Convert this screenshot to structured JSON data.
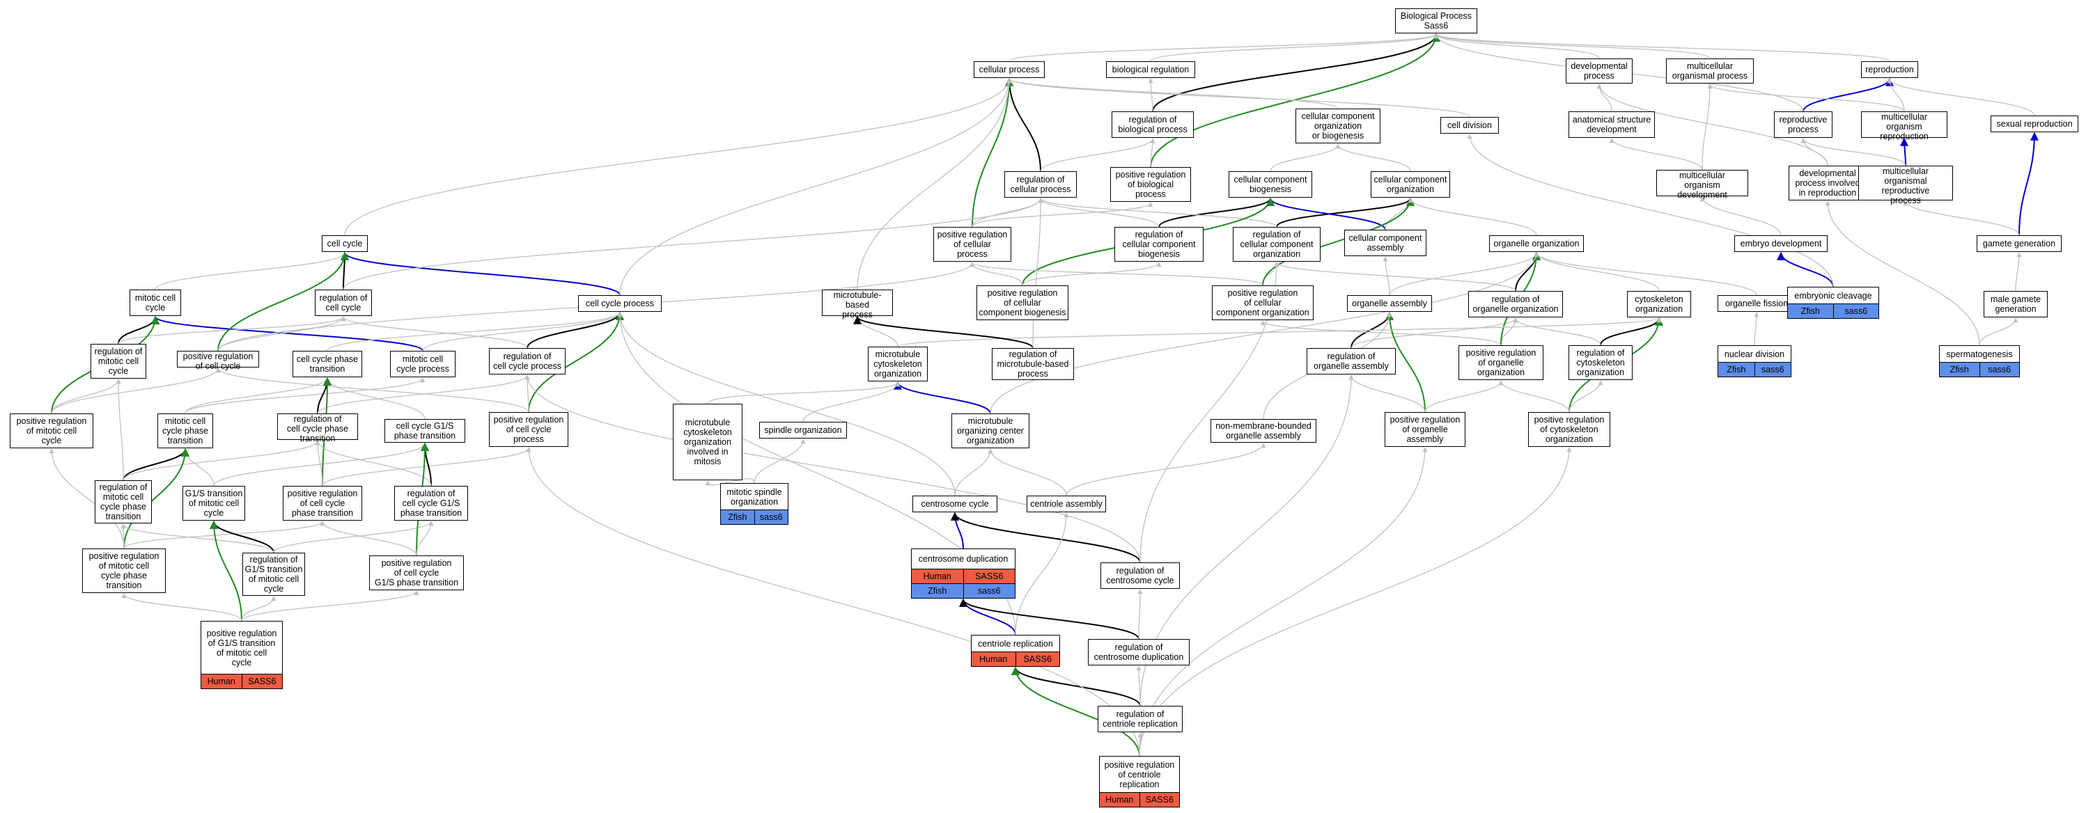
{
  "colors": {
    "gray": "#c0c0c0",
    "black": "#000000",
    "green": "#228b22",
    "blue": "#0000cd",
    "human": "#ee5c42",
    "zfish": "#5d8ee8"
  },
  "nodes": [
    {
      "id": "bp",
      "label": "Biological Process\nSass6"
    },
    {
      "id": "cp",
      "label": "cellular process"
    },
    {
      "id": "breg",
      "label": "biological regulation"
    },
    {
      "id": "devp",
      "label": "developmental\nprocess"
    },
    {
      "id": "mop",
      "label": "multicellular\norganismal process"
    },
    {
      "id": "repro",
      "label": "reproduction"
    },
    {
      "id": "rbp",
      "label": "regulation of\nbiological process"
    },
    {
      "id": "ccob",
      "label": "cellular component\norganization\nor biogenesis"
    },
    {
      "id": "celldiv",
      "label": "cell division"
    },
    {
      "id": "asd",
      "label": "anatomical structure\ndevelopment"
    },
    {
      "id": "rp",
      "label": "reproductive\nprocess"
    },
    {
      "id": "mor",
      "label": "multicellular\norganism reproduction"
    },
    {
      "id": "sexrep",
      "label": "sexual reproduction"
    },
    {
      "id": "rcp",
      "label": "regulation of\ncellular process"
    },
    {
      "id": "prbp",
      "label": "positive regulation\nof biological\nprocess"
    },
    {
      "id": "ccbio",
      "label": "cellular component\nbiogenesis"
    },
    {
      "id": "ccorg",
      "label": "cellular component\norganization"
    },
    {
      "id": "mod",
      "label": "multicellular\norganism development"
    },
    {
      "id": "dpir",
      "label": "developmental\nprocess involved\nin reproduction"
    },
    {
      "id": "morp",
      "label": "multicellular\norganismal reproductive\nprocess"
    },
    {
      "id": "cc",
      "label": "cell cycle"
    },
    {
      "id": "prcp",
      "label": "positive regulation\nof cellular\nprocess"
    },
    {
      "id": "rccb",
      "label": "regulation of\ncellular component\nbiogenesis"
    },
    {
      "id": "rcco",
      "label": "regulation of\ncellular component\norganization"
    },
    {
      "id": "cca",
      "label": "cellular component\nassembly"
    },
    {
      "id": "oo",
      "label": "organelle organization"
    },
    {
      "id": "embdev",
      "label": "embryo development"
    },
    {
      "id": "gamgen",
      "label": "gamete generation"
    },
    {
      "id": "mcc",
      "label": "mitotic cell\ncycle"
    },
    {
      "id": "rcc",
      "label": "regulation of\ncell cycle"
    },
    {
      "id": "ccp",
      "label": "cell cycle process"
    },
    {
      "id": "mbp",
      "label": "microtubule-based\nprocess"
    },
    {
      "id": "prccb",
      "label": "positive regulation\nof cellular\ncomponent biogenesis"
    },
    {
      "id": "prcco",
      "label": "positive regulation\nof cellular\ncomponent organization"
    },
    {
      "id": "oa",
      "label": "organelle assembly"
    },
    {
      "id": "roo",
      "label": "regulation of\norganelle organization"
    },
    {
      "id": "cso",
      "label": "cytoskeleton\norganization"
    },
    {
      "id": "of",
      "label": "organelle fission"
    },
    {
      "id": "ec",
      "label": "embryonic cleavage",
      "tags": [
        [
          "zfish",
          "Zfish"
        ],
        [
          "zfish",
          "sass6"
        ]
      ]
    },
    {
      "id": "mgg",
      "label": "male gamete\ngeneration"
    },
    {
      "id": "rmcc",
      "label": "regulation of\nmitotic cell\ncycle"
    },
    {
      "id": "prcc",
      "label": "positive regulation\nof cell cycle"
    },
    {
      "id": "ccpt",
      "label": "cell cycle phase\ntransition"
    },
    {
      "id": "mccp",
      "label": "mitotic cell\ncycle process"
    },
    {
      "id": "rccp",
      "label": "regulation of\ncell cycle process"
    },
    {
      "id": "mtco",
      "label": "microtubule\ncytoskeleton\norganization"
    },
    {
      "id": "rmbp",
      "label": "regulation of\nmicrotubule-based\nprocess"
    },
    {
      "id": "roa",
      "label": "regulation of\norganelle assembly"
    },
    {
      "id": "proo",
      "label": "positive regulation\nof organelle\norganization"
    },
    {
      "id": "rcso",
      "label": "regulation of\ncytoskeleton\norganization"
    },
    {
      "id": "nd",
      "label": "nuclear division",
      "tags": [
        [
          "zfish",
          "Zfish"
        ],
        [
          "zfish",
          "sass6"
        ]
      ]
    },
    {
      "id": "sperm",
      "label": "spermatogenesis",
      "tags": [
        [
          "zfish",
          "Zfish"
        ],
        [
          "zfish",
          "sass6"
        ]
      ]
    },
    {
      "id": "prmcc",
      "label": "positive regulation\nof mitotic cell\ncycle"
    },
    {
      "id": "mccpt",
      "label": "mitotic cell\ncycle phase\ntransition"
    },
    {
      "id": "rccpt",
      "label": "regulation of\ncell cycle phase\ntransition"
    },
    {
      "id": "ccg1s",
      "label": "cell cycle G1/S\nphase transition"
    },
    {
      "id": "prccp",
      "label": "positive regulation\nof cell cycle\nprocess"
    },
    {
      "id": "mtoim",
      "label": "microtubule\ncytoskeleton\norganization\ninvolved in\nmitosis"
    },
    {
      "id": "spo",
      "label": "spindle organization"
    },
    {
      "id": "mtoco",
      "label": "microtubule\norganizing center\norganization"
    },
    {
      "id": "nmboa",
      "label": "non-membrane-bounded\norganelle assembly"
    },
    {
      "id": "proa",
      "label": "positive regulation\nof organelle\nassembly"
    },
    {
      "id": "prcso",
      "label": "positive regulation\nof cytoskeleton\norganization"
    },
    {
      "id": "rmccpt",
      "label": "regulation of\nmitotic cell\ncycle phase\ntransition"
    },
    {
      "id": "g1smcc",
      "label": "G1/S transition\nof mitotic cell\ncycle"
    },
    {
      "id": "prccpt",
      "label": "positive regulation\nof cell cycle\nphase transition"
    },
    {
      "id": "rccg1s",
      "label": "regulation of\ncell cycle G1/S\nphase transition"
    },
    {
      "id": "mso",
      "label": "mitotic spindle\norganization",
      "tags": [
        [
          "zfish",
          "Zfish"
        ],
        [
          "zfish",
          "sass6"
        ]
      ]
    },
    {
      "id": "csc",
      "label": "centrosome cycle"
    },
    {
      "id": "ca",
      "label": "centriole assembly"
    },
    {
      "id": "prmccpt",
      "label": "positive regulation\nof mitotic cell\ncycle phase\ntransition"
    },
    {
      "id": "rg1s",
      "label": "regulation of\nG1/S transition\nof mitotic cell\ncycle"
    },
    {
      "id": "prccg1s",
      "label": "positive regulation\nof cell cycle\nG1/S phase transition"
    },
    {
      "id": "csd",
      "label": "centrosome duplication",
      "tags": [
        [
          "human",
          "Human"
        ],
        [
          "human",
          "SASS6"
        ],
        [
          "zfish",
          "Zfish"
        ],
        [
          "zfish",
          "sass6"
        ]
      ]
    },
    {
      "id": "rcsc",
      "label": "regulation of\ncentrosome cycle"
    },
    {
      "id": "prg1s",
      "label": "positive regulation\nof G1/S transition\nof mitotic cell\ncycle",
      "tags": [
        [
          "human",
          "Human"
        ],
        [
          "human",
          "SASS6"
        ]
      ]
    },
    {
      "id": "cr",
      "label": "centriole replication",
      "tags": [
        [
          "human",
          "Human"
        ],
        [
          "human",
          "SASS6"
        ]
      ]
    },
    {
      "id": "rcsd",
      "label": "regulation of\ncentrosome duplication"
    },
    {
      "id": "rcr",
      "label": "regulation of\ncentriole replication"
    },
    {
      "id": "prcr",
      "label": "positive regulation\nof centriole\nreplication",
      "tags": [
        [
          "human",
          "Human"
        ],
        [
          "human",
          "SASS6"
        ]
      ]
    }
  ],
  "edges": [
    [
      "cp",
      "bp",
      "gray"
    ],
    [
      "breg",
      "bp",
      "gray"
    ],
    [
      "devp",
      "bp",
      "gray"
    ],
    [
      "mop",
      "bp",
      "gray"
    ],
    [
      "repro",
      "bp",
      "gray"
    ],
    [
      "rbp",
      "bp",
      "black"
    ],
    [
      "prbp",
      "bp",
      "green"
    ],
    [
      "ccob",
      "cp",
      "gray"
    ],
    [
      "rbp",
      "breg",
      "gray"
    ],
    [
      "rcp",
      "cp",
      "black"
    ],
    [
      "rcp",
      "rbp",
      "gray"
    ],
    [
      "prbp",
      "rbp",
      "gray"
    ],
    [
      "prcp",
      "cp",
      "green"
    ],
    [
      "prcp",
      "rcp",
      "gray"
    ],
    [
      "prcp",
      "prbp",
      "gray"
    ],
    [
      "celldiv",
      "cp",
      "gray"
    ],
    [
      "cc",
      "cp",
      "gray"
    ],
    [
      "asd",
      "devp",
      "gray"
    ],
    [
      "mod",
      "asd",
      "gray"
    ],
    [
      "mod",
      "mop",
      "gray"
    ],
    [
      "rp",
      "repro",
      "blue"
    ],
    [
      "rp",
      "bp",
      "gray"
    ],
    [
      "mor",
      "repro",
      "gray"
    ],
    [
      "mor",
      "mop",
      "gray"
    ],
    [
      "sexrep",
      "repro",
      "gray"
    ],
    [
      "morp",
      "mor",
      "blue"
    ],
    [
      "morp",
      "rp",
      "gray"
    ],
    [
      "dpir",
      "devp",
      "gray"
    ],
    [
      "dpir",
      "rp",
      "gray"
    ],
    [
      "gamgen",
      "sexrep",
      "blue"
    ],
    [
      "gamgen",
      "morp",
      "gray"
    ],
    [
      "mgg",
      "gamgen",
      "gray"
    ],
    [
      "sperm",
      "mgg",
      "gray"
    ],
    [
      "sperm",
      "dpir",
      "gray"
    ],
    [
      "embdev",
      "mod",
      "gray"
    ],
    [
      "ec",
      "embdev",
      "blue"
    ],
    [
      "ec",
      "celldiv",
      "gray"
    ],
    [
      "ccbio",
      "ccob",
      "gray"
    ],
    [
      "ccorg",
      "ccob",
      "gray"
    ],
    [
      "rccb",
      "ccbio",
      "black"
    ],
    [
      "rccb",
      "rcp",
      "gray"
    ],
    [
      "rcco",
      "ccorg",
      "black"
    ],
    [
      "rcco",
      "rcp",
      "gray"
    ],
    [
      "cca",
      "ccbio",
      "blue"
    ],
    [
      "cca",
      "ccorg",
      "gray"
    ],
    [
      "prccb",
      "ccbio",
      "green"
    ],
    [
      "prccb",
      "rccb",
      "gray"
    ],
    [
      "prccb",
      "prcp",
      "gray"
    ],
    [
      "prcco",
      "rcco",
      "gray"
    ],
    [
      "prcco",
      "ccorg",
      "green"
    ],
    [
      "prcco",
      "prcp",
      "gray"
    ],
    [
      "oo",
      "ccorg",
      "gray"
    ],
    [
      "oa",
      "oo",
      "gray"
    ],
    [
      "oa",
      "cca",
      "gray"
    ],
    [
      "roo",
      "oo",
      "black"
    ],
    [
      "roo",
      "rcco",
      "gray"
    ],
    [
      "cso",
      "oo",
      "gray"
    ],
    [
      "of",
      "oo",
      "gray"
    ],
    [
      "nd",
      "of",
      "gray"
    ],
    [
      "roa",
      "oa",
      "black"
    ],
    [
      "roa",
      "roo",
      "gray"
    ],
    [
      "proo",
      "roo",
      "gray"
    ],
    [
      "proo",
      "oo",
      "green"
    ],
    [
      "proo",
      "prcco",
      "gray"
    ],
    [
      "rcso",
      "cso",
      "black"
    ],
    [
      "rcso",
      "roo",
      "gray"
    ],
    [
      "prcso",
      "cso",
      "green"
    ],
    [
      "prcso",
      "rcso",
      "gray"
    ],
    [
      "prcso",
      "proo",
      "gray"
    ],
    [
      "proa",
      "oa",
      "green"
    ],
    [
      "proa",
      "roa",
      "gray"
    ],
    [
      "proa",
      "proo",
      "gray"
    ],
    [
      "nmboa",
      "oa",
      "gray"
    ],
    [
      "mbp",
      "cp",
      "gray"
    ],
    [
      "mtco",
      "mbp",
      "gray"
    ],
    [
      "mtco",
      "cso",
      "gray"
    ],
    [
      "rmbp",
      "mbp",
      "black"
    ],
    [
      "rmbp",
      "rcp",
      "gray"
    ],
    [
      "mtoco",
      "mtco",
      "blue"
    ],
    [
      "mtoco",
      "oo",
      "gray"
    ],
    [
      "mtoim",
      "mtco",
      "gray"
    ],
    [
      "spo",
      "mtco",
      "gray"
    ],
    [
      "mso",
      "mtoim",
      "gray"
    ],
    [
      "mso",
      "spo",
      "gray"
    ],
    [
      "csc",
      "mtoco",
      "gray"
    ],
    [
      "csc",
      "ccp",
      "gray"
    ],
    [
      "ca",
      "mtoco",
      "gray"
    ],
    [
      "ca",
      "nmboa",
      "gray"
    ],
    [
      "ccp",
      "cc",
      "blue"
    ],
    [
      "ccp",
      "cp",
      "gray"
    ],
    [
      "rcc",
      "cc",
      "black"
    ],
    [
      "rcc",
      "rcp",
      "gray"
    ],
    [
      "mcc",
      "cc",
      "gray"
    ],
    [
      "mccp",
      "mcc",
      "blue"
    ],
    [
      "mccp",
      "ccp",
      "gray"
    ],
    [
      "rmcc",
      "mcc",
      "black"
    ],
    [
      "rmcc",
      "rcc",
      "gray"
    ],
    [
      "prcc",
      "rcc",
      "gray"
    ],
    [
      "prcc",
      "cc",
      "green"
    ],
    [
      "prcc",
      "prcp",
      "gray"
    ],
    [
      "rccp",
      "ccp",
      "black"
    ],
    [
      "rccp",
      "rcc",
      "gray"
    ],
    [
      "prccp",
      "ccp",
      "green"
    ],
    [
      "prccp",
      "rccp",
      "gray"
    ],
    [
      "prccp",
      "prcc",
      "gray"
    ],
    [
      "ccpt",
      "ccp",
      "gray"
    ],
    [
      "mccpt",
      "ccpt",
      "gray"
    ],
    [
      "mccpt",
      "mccp",
      "gray"
    ],
    [
      "ccg1s",
      "ccpt",
      "gray"
    ],
    [
      "rccpt",
      "ccpt",
      "black"
    ],
    [
      "rccpt",
      "rccp",
      "gray"
    ],
    [
      "prmcc",
      "mcc",
      "green"
    ],
    [
      "prmcc",
      "rmcc",
      "gray"
    ],
    [
      "prmcc",
      "prcc",
      "gray"
    ],
    [
      "rmccpt",
      "mccpt",
      "black"
    ],
    [
      "rmccpt",
      "rmcc",
      "gray"
    ],
    [
      "rmccpt",
      "rccpt",
      "gray"
    ],
    [
      "g1smcc",
      "mccpt",
      "gray"
    ],
    [
      "g1smcc",
      "ccg1s",
      "gray"
    ],
    [
      "prccpt",
      "ccpt",
      "green"
    ],
    [
      "prccpt",
      "rccpt",
      "gray"
    ],
    [
      "prccpt",
      "prccp",
      "gray"
    ],
    [
      "rccg1s",
      "ccg1s",
      "black"
    ],
    [
      "rccg1s",
      "rccpt",
      "gray"
    ],
    [
      "prmccpt",
      "mccpt",
      "green"
    ],
    [
      "prmccpt",
      "rmccpt",
      "gray"
    ],
    [
      "prmccpt",
      "prmcc",
      "gray"
    ],
    [
      "prmccpt",
      "prccpt",
      "gray"
    ],
    [
      "rg1s",
      "g1smcc",
      "black"
    ],
    [
      "rg1s",
      "rmccpt",
      "gray"
    ],
    [
      "rg1s",
      "rccg1s",
      "gray"
    ],
    [
      "prccg1s",
      "ccg1s",
      "green"
    ],
    [
      "prccg1s",
      "rccg1s",
      "gray"
    ],
    [
      "prccg1s",
      "prccpt",
      "gray"
    ],
    [
      "prg1s",
      "g1smcc",
      "green"
    ],
    [
      "prg1s",
      "rg1s",
      "gray"
    ],
    [
      "prg1s",
      "prmccpt",
      "gray"
    ],
    [
      "prg1s",
      "prccg1s",
      "gray"
    ],
    [
      "csd",
      "csc",
      "blue"
    ],
    [
      "rcsc",
      "csc",
      "black"
    ],
    [
      "rcsc",
      "rccp",
      "gray"
    ],
    [
      "rcsc",
      "rcco",
      "gray"
    ],
    [
      "cr",
      "csd",
      "blue"
    ],
    [
      "cr",
      "ca",
      "gray"
    ],
    [
      "cr",
      "ccp",
      "gray"
    ],
    [
      "rcsd",
      "csd",
      "black"
    ],
    [
      "rcsd",
      "rcsc",
      "gray"
    ],
    [
      "rcr",
      "cr",
      "black"
    ],
    [
      "rcr",
      "rcsd",
      "gray"
    ],
    [
      "rcr",
      "roa",
      "gray"
    ],
    [
      "prcr",
      "cr",
      "green"
    ],
    [
      "prcr",
      "rcr",
      "gray"
    ],
    [
      "prcr",
      "proa",
      "gray"
    ],
    [
      "prcr",
      "prcso",
      "gray"
    ],
    [
      "prcr",
      "prccp",
      "gray"
    ]
  ]
}
